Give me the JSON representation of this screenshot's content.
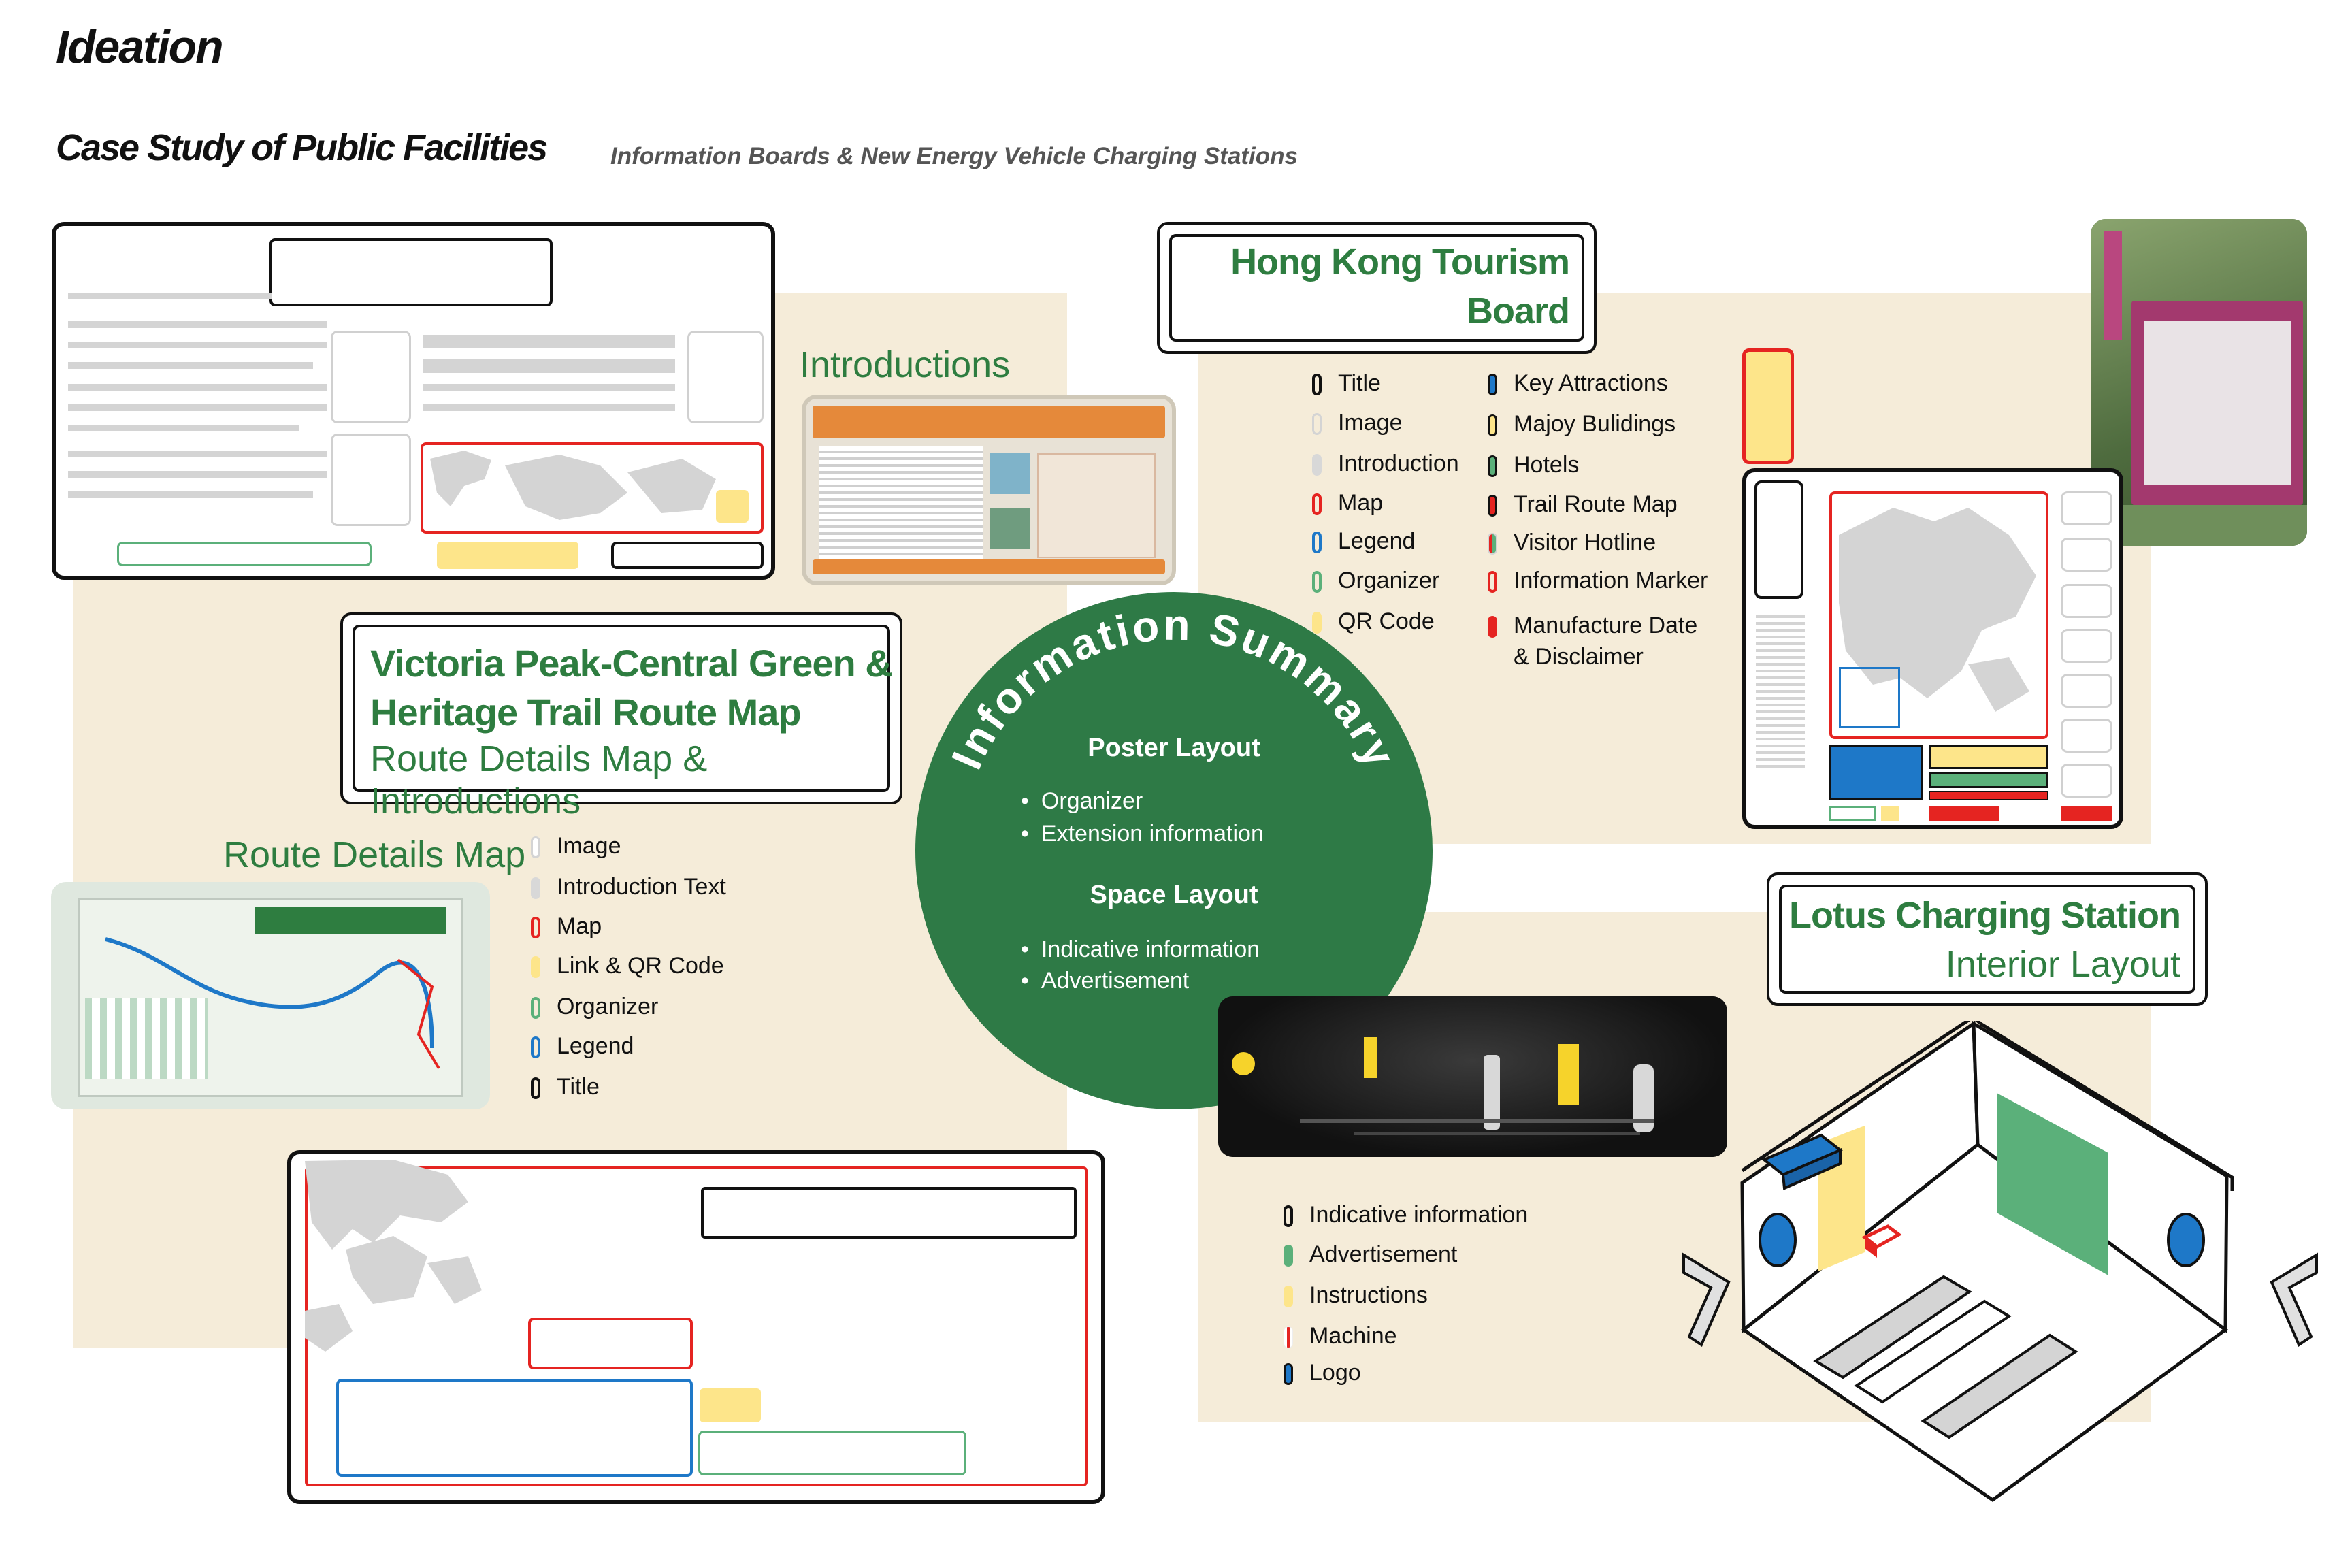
{
  "header": {
    "title": "Ideation",
    "subtitle": "Case Study of Public Facilities",
    "subtitle_note": "Information Boards & New Energy Vehicle Charging Stations"
  },
  "victoria": {
    "title_line1": "Victoria Peak-Central Green &",
    "title_line2": "Heritage Trail Route Map",
    "subtitle": "Route Details Map & Introductions",
    "introductions_label": "Introductions",
    "route_map_label": "Route Details Map",
    "legend": [
      "Image",
      "Introduction Text",
      "Map",
      "Link & QR Code",
      "Organizer",
      "Legend",
      "Title"
    ]
  },
  "summary": {
    "title": "Information Summary",
    "poster_heading": "Poster Layout",
    "poster_items": [
      "Organizer",
      "Extension information"
    ],
    "space_heading": "Space Layout",
    "space_items": [
      "Indicative information",
      "Advertisement"
    ]
  },
  "hktb": {
    "title_line1": "Hong Kong Tourism",
    "title_line2": "Board",
    "legend_left": [
      "Title",
      "Image",
      "Introduction",
      "Map",
      "Legend",
      "Organizer",
      "QR Code"
    ],
    "legend_right": [
      "Key Attractions",
      "Majoy Bulidings",
      "Hotels",
      "Trail Route Map",
      "Visitor Hotline",
      "Information Marker",
      "Manufacture Date",
      "& Disclaimer"
    ]
  },
  "lotus": {
    "title": "Lotus Charging Station",
    "subtitle": "Interior Layout",
    "legend": [
      "Indicative information",
      "Advertisement",
      "Instructions",
      "Machine",
      "Logo"
    ]
  },
  "colors": {
    "green": "#2e7d40",
    "circle": "#2e7a46",
    "beige": "#f5ecd9",
    "red": "#e52421",
    "yellow": "#fde58a",
    "blue": "#1e78c8",
    "ad_green": "#5bb07a"
  }
}
